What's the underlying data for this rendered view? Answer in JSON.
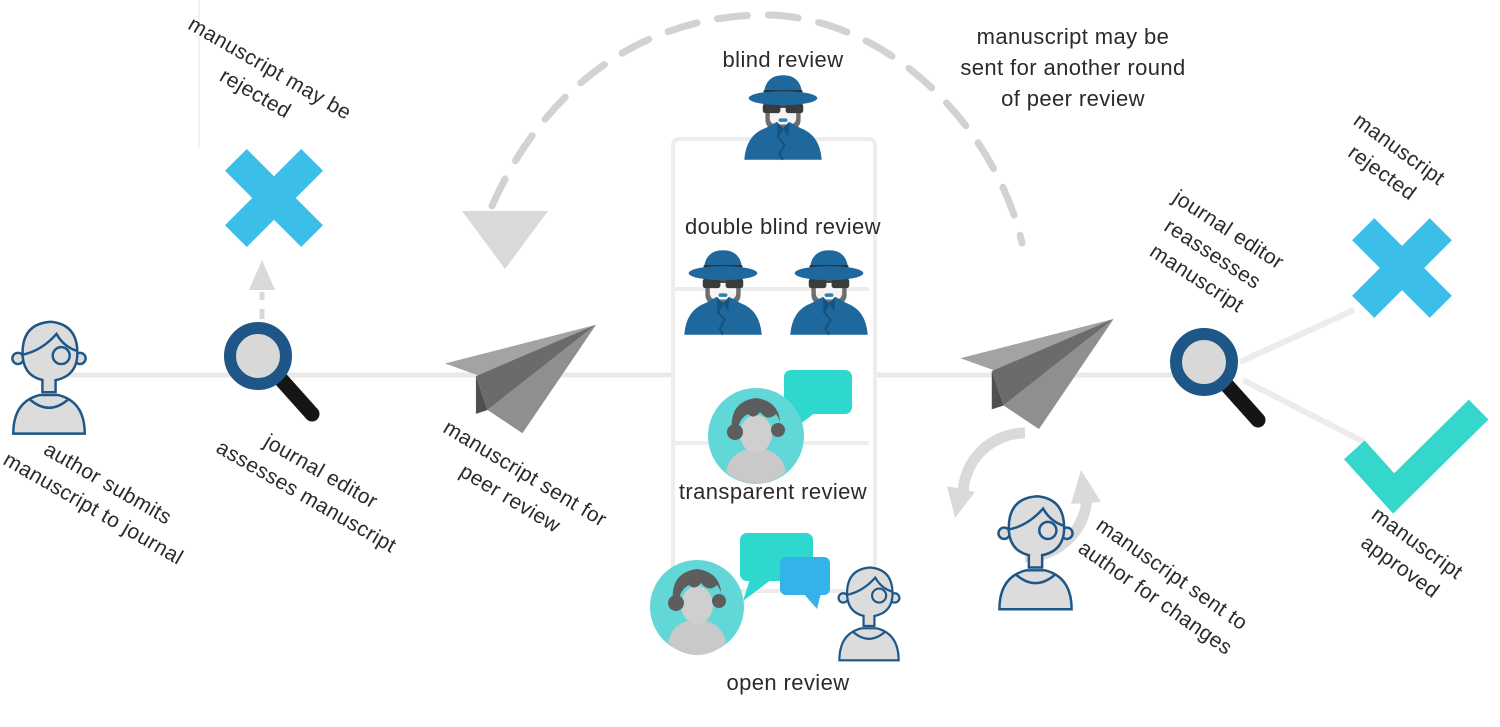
{
  "flow": {
    "author_submits": "author submits\nmanuscript to journal",
    "editor_assesses": "journal editor\nassesses manuscript",
    "may_be_rejected": "manuscript may be\nrejected",
    "sent_for_peer_review": "manuscript sent for\npeer review",
    "another_round": "manuscript may be\nsent for another round\nof peer review",
    "editor_reassesses": "journal editor\nreassesses\nmanuscript",
    "manuscript_rejected": "manuscript\nrejected",
    "manuscript_approved": "manuscript\napproved",
    "sent_to_author": "manuscript sent to\nauthor for changes"
  },
  "review_types": {
    "blind": "blind review",
    "double_blind": "double blind review",
    "transparent": "transparent review",
    "open": "open review"
  },
  "icons": {
    "author": "author-person-icon",
    "editor": "magnifier-icon",
    "reject": "x-mark-icon",
    "approve": "check-mark-icon",
    "send": "paper-plane-icon",
    "anonymous_reviewer": "spy-icon",
    "named_reviewer": "reviewer-avatar-icon",
    "comments": "speech-bubble-icon",
    "revision_cycle": "cycle-arrows-icon",
    "another_round_path": "dashed-arc-arrow"
  },
  "colors": {
    "reject_x": "#3bbfe9",
    "approve_check": "#35d6cb",
    "reviewer_circle": "#62d7d7",
    "speech_teal": "#2ed8ce",
    "speech_blue": "#35b3e8",
    "spy_coat": "#1e689e",
    "person_outline": "#1d5687",
    "flow_line": "#e9e9e9",
    "dashed_arc": "#d2d2d2",
    "paper_plane": "#9d9d9d",
    "text": "#2b2b2b"
  }
}
